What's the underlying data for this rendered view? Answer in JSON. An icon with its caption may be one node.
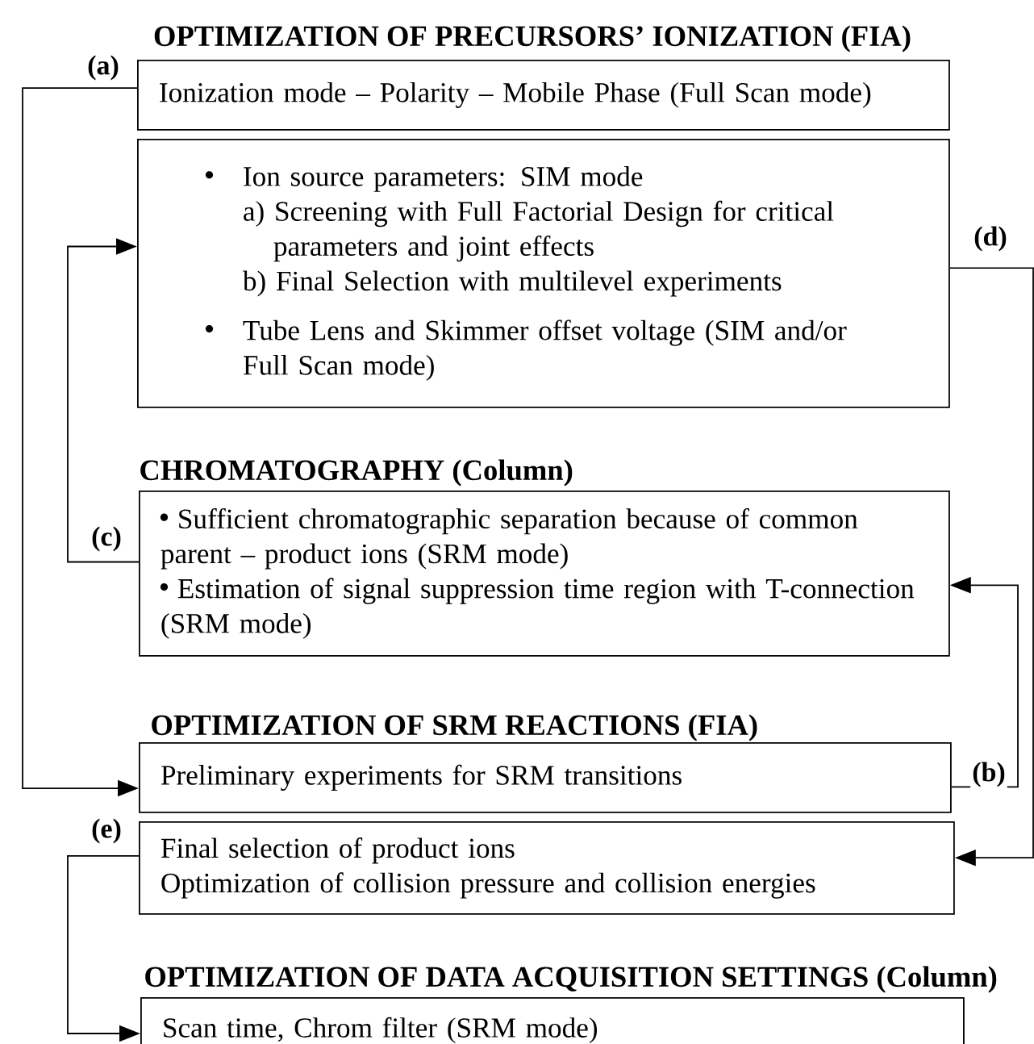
{
  "diagram": {
    "nodes": [
      {
        "text": [
          "OPTIMIZATION OF PRECURSORS’ IONIZATION (FIA)",
          "Ionization mode – Polarity – Mobile Phase (Full Scan mode)"
        ]
      },
      {
        "text": [
          "Ion source parameters: SIM mode",
          "a) Screening with Full Factorial Design for critical parameters and joint effects",
          "b) Final Selection with multilevel experiments",
          "Tube Lens and Skimmer offset voltage (SIM and/or Full Scan mode)"
        ]
      },
      {
        "text": [
          "CHROMATOGRAPHY (Column)",
          "Sufficient chromatographic separation because of common parent – product ions (SRM mode)",
          "Estimation of signal suppression time region with T-connection (SRM mode)"
        ]
      },
      {
        "text": [
          "OPTIMIZATION OF SRM REACTIONS (FIA)",
          "Preliminary experiments for SRM transitions"
        ]
      },
      {
        "text": [
          "Final selection of product ions",
          "Optimization of collision pressure and collision energies"
        ]
      },
      {
        "text": [
          "OPTIMIZATION OF DATA ACQUISITION SETTINGS (Column)",
          "Scan time, Chrom filter (SRM mode)"
        ]
      }
    ],
    "edges": [
      {
        "from": 0,
        "to": 3,
        "arrow": "to",
        "label": "(a)"
      },
      {
        "from": 3,
        "to": 2,
        "arrow": "to",
        "label": "(b)"
      },
      {
        "from": 2,
        "to": 1,
        "arrow": "to",
        "label": "(c)"
      },
      {
        "from": 1,
        "to": 4,
        "arrow": "to",
        "label": "(d)"
      },
      {
        "from": 4,
        "to": 5,
        "arrow": "to",
        "label": "(e)"
      }
    ]
  }
}
